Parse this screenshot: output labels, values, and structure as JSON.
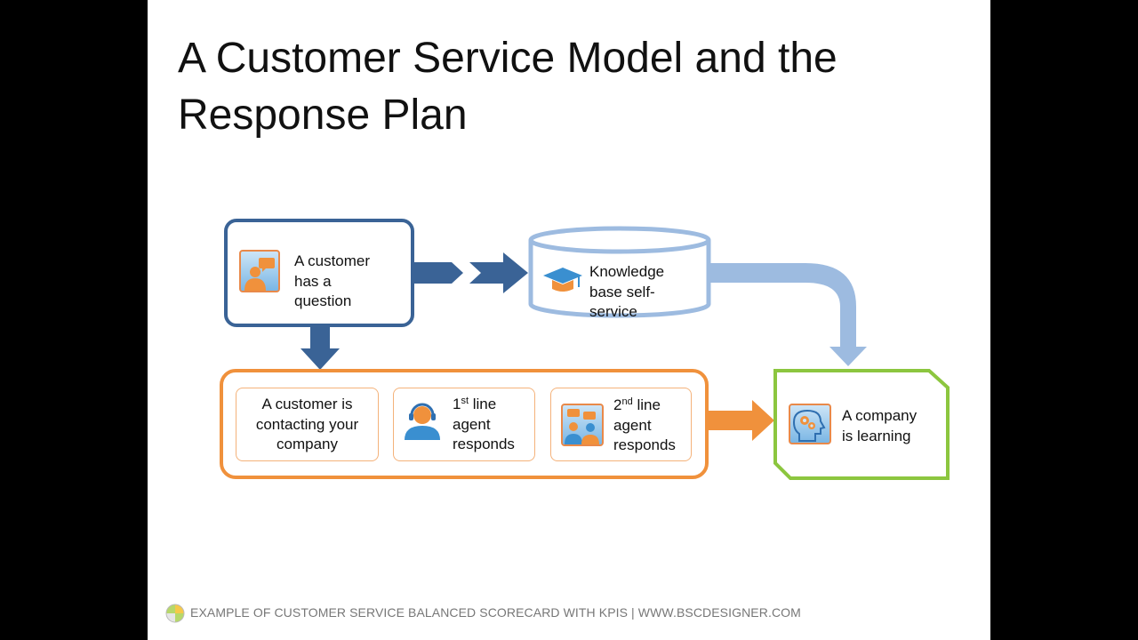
{
  "title": {
    "line1": "A Customer Service Model and the",
    "line2": "Response Plan"
  },
  "nodes": {
    "customer_question": {
      "lines": [
        "A customer",
        "has a",
        "question"
      ]
    },
    "knowledge_base": {
      "lines": [
        "Knowledge",
        "base self-",
        "service"
      ]
    },
    "contacting": {
      "lines": [
        "A customer is",
        "contacting your",
        "company"
      ]
    },
    "first_line": {
      "num": "1",
      "sup": "st",
      "rest": " line",
      "lines": [
        "agent",
        "responds"
      ]
    },
    "second_line": {
      "num": "2",
      "sup": "nd",
      "rest": " line",
      "lines": [
        "agent",
        "responds"
      ]
    },
    "learning": {
      "lines": [
        "A company",
        "is learning"
      ]
    }
  },
  "footer": {
    "text": "EXAMPLE OF CUSTOMER SERVICE BALANCED SCORECARD WITH KPIS | WWW.BSCDESIGNER.COM"
  },
  "colors": {
    "dark_blue": "#3a6396",
    "light_blue": "#9dbbe0",
    "orange": "#f0913c",
    "green": "#8cc63f"
  },
  "icons": [
    "chat-person-icon",
    "graduation-cap-icon",
    "headset-agent-icon",
    "two-agents-icon",
    "head-gears-icon",
    "footer-logo-icon"
  ]
}
